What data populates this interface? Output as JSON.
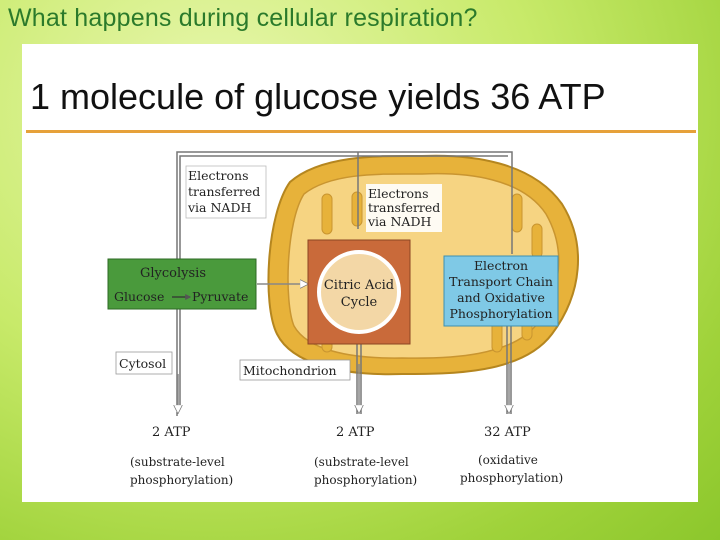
{
  "slide": {
    "title": "What happens during cellular respiration?",
    "subtitle": "1 molecule of glucose yields 36 ATP"
  },
  "diagram": {
    "electrons_left": [
      "Electrons",
      "transferred",
      "via NADH"
    ],
    "electrons_center": [
      "Electrons",
      "transferred",
      "via NADH"
    ],
    "glycolysis_title": "Glycolysis",
    "glycolysis_glucose": "Glucose",
    "glycolysis_pyruvate": "Pyruvate",
    "citric_acid_cycle": [
      "Citric Acid",
      "Cycle"
    ],
    "etc": [
      "Electron",
      "Transport Chain",
      "and Oxidative",
      "Phosphorylation"
    ],
    "cytosol": "Cytosol",
    "mitochondrion": "Mitochondrion",
    "atp_left": "2 ATP",
    "atp_left_note": [
      "(substrate-level",
      "phosphorylation)"
    ],
    "atp_center": "2 ATP",
    "atp_center_note": [
      "(substrate-level",
      "phosphorylation)"
    ],
    "atp_right": "32 ATP",
    "atp_right_note": [
      "(oxidative",
      "phosphorylation)"
    ]
  },
  "colors": {
    "title_green": "#2b7a2b",
    "divider_orange": "#e6a13a",
    "mito_outer": "#e7b23a",
    "mito_inner": "#f6d482",
    "cycle_box": "#c96a3a",
    "glycolysis_box": "#4a9a3c",
    "etc_box": "#7fc9e6"
  }
}
